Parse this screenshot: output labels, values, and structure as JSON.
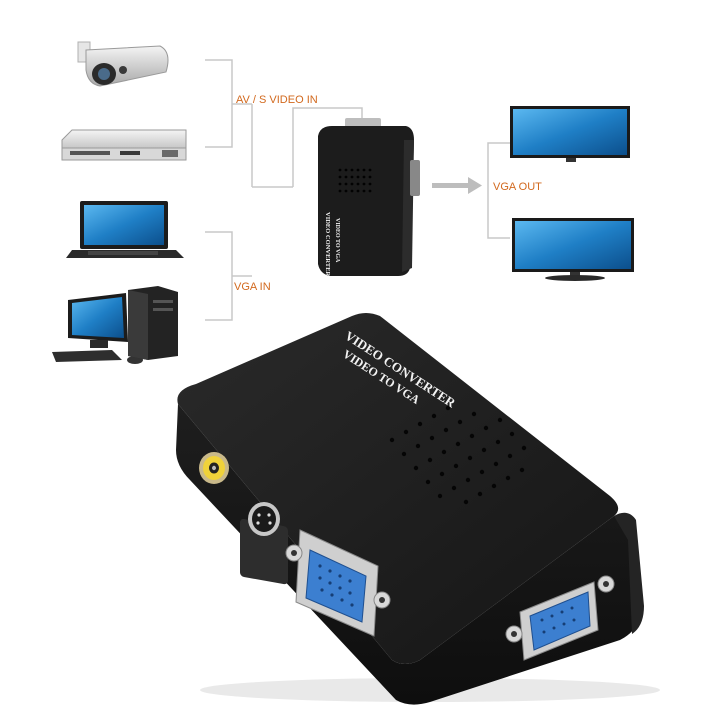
{
  "diagram": {
    "input_label_av": "AV / S VIDEO IN",
    "input_label_vga": "VGA IN",
    "output_label": "VGA OUT",
    "devices_in": [
      "security-camera",
      "dvd-player",
      "laptop",
      "desktop-pc"
    ],
    "devices_out": [
      "monitor",
      "monitor"
    ]
  },
  "product": {
    "line1": "VIDEO CONVERTER",
    "line2": "VIDEO TO VGA"
  },
  "colors": {
    "label": "#d2691e",
    "connector_line": "#c8c8c8",
    "device_body": "#1c1c1c",
    "screen_blue": "#1f7fc6",
    "vga_port": "#3c7fd0"
  }
}
